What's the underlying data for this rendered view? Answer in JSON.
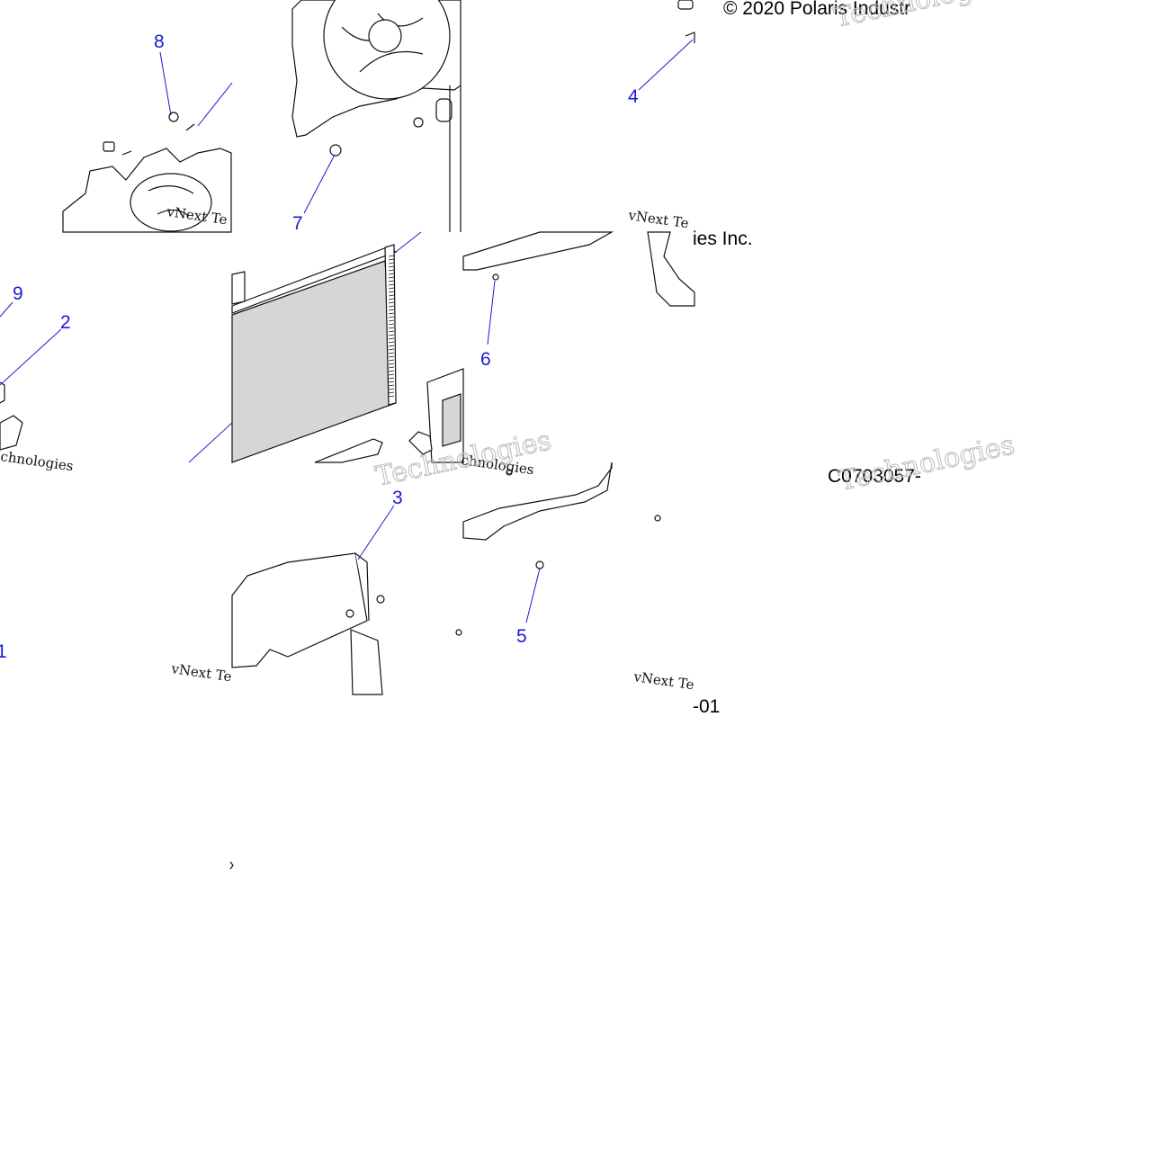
{
  "diagram": {
    "copyright_lines": [
      "© 2020 Polaris Industr",
      "ies Inc."
    ],
    "part_code": [
      "C0703057-",
      "-01"
    ],
    "callouts": [
      {
        "id": "8",
        "label": "8"
      },
      {
        "id": "4",
        "label": "4"
      },
      {
        "id": "7",
        "label": "7"
      },
      {
        "id": "9",
        "label": "9"
      },
      {
        "id": "2",
        "label": "2"
      },
      {
        "id": "6",
        "label": "6"
      },
      {
        "id": "3",
        "label": "3"
      },
      {
        "id": "5",
        "label": "5"
      },
      {
        "id": "1",
        "label": "1"
      }
    ],
    "watermark_small": "vNext Te",
    "watermark_small_2": "chnologies",
    "watermark_big": "Technologies",
    "colors": {
      "callout": "#1a1ad6",
      "line": "#111111",
      "shade": "#d6d6d6"
    }
  }
}
